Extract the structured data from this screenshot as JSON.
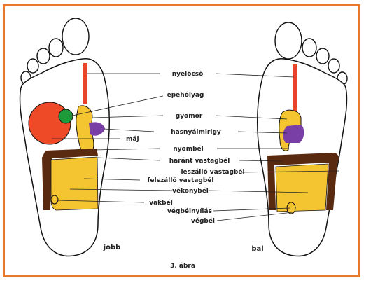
{
  "frame_color": "#e8782c",
  "caption": "3. ábra",
  "feet": {
    "right_label": "jobb",
    "left_label": "bal"
  },
  "labels": {
    "nyelocso": "nyelőcső",
    "epeholyag": "epehólyag",
    "gyomor": "gyomor",
    "hasnyalmirigy": "hasnyálmirigy",
    "maj": "máj",
    "nyombel": "nyombél",
    "harant": "haránt vastagbél",
    "leszallo": "leszálló vastagbél",
    "felszallo": "felszálló vastagbél",
    "vekonybel": "vékonybél",
    "vakbel": "vakbél",
    "vegbelnyilas": "végbélnyílás",
    "vegbel": "végbél"
  },
  "colors": {
    "esophagus": "#e8442a",
    "liver": "#ef4a28",
    "gallbladder": "#1d9b3a",
    "stomach": "#f5c531",
    "pancreas": "#7a3fa6",
    "colon": "#5a2a10",
    "small_intestine": "#f5c531"
  }
}
